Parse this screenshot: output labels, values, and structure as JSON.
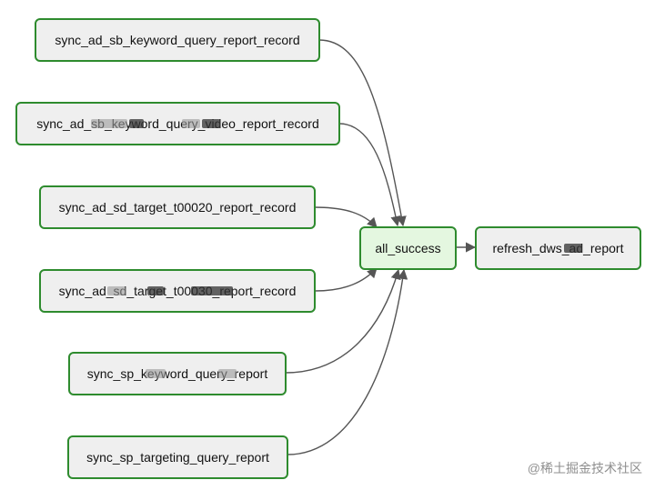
{
  "nodes": {
    "upstream": [
      {
        "id": "t1",
        "label": "sync_ad_sb_keyword_query_report_record"
      },
      {
        "id": "t2",
        "label": "sync_ad_sb_keyword_query_video_report_record"
      },
      {
        "id": "t3",
        "label": "sync_ad_sd_target_t00020_report_record"
      },
      {
        "id": "t4",
        "label": "sync_ad_sd_target_t00030_report_record"
      },
      {
        "id": "t5",
        "label": "sync_sp_keyword_query_report"
      },
      {
        "id": "t6",
        "label": "sync_sp_targeting_query_report"
      }
    ],
    "gate": {
      "id": "g",
      "label": "all_success"
    },
    "downstream": {
      "id": "d",
      "label": "refresh_dws_ad_report"
    }
  },
  "edges": [
    {
      "from": "t1",
      "to": "g"
    },
    {
      "from": "t2",
      "to": "g"
    },
    {
      "from": "t3",
      "to": "g"
    },
    {
      "from": "t4",
      "to": "g"
    },
    {
      "from": "t5",
      "to": "g"
    },
    {
      "from": "t6",
      "to": "g"
    },
    {
      "from": "g",
      "to": "d"
    }
  ],
  "colors": {
    "node_border": "#2e8b2e",
    "node_fill": "#efefef",
    "gate_fill": "#e4f7e0",
    "edge": "#555555"
  },
  "watermark": "@稀土掘金技术社区"
}
